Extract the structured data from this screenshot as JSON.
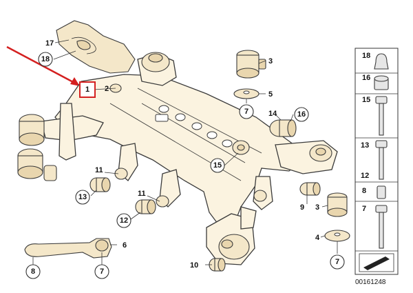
{
  "callouts": {
    "c1": "1",
    "c2": "2",
    "c3": "3",
    "c5": "5",
    "c6": "6",
    "c7a": "7",
    "c7b": "7",
    "c7c": "7",
    "c8": "8",
    "c9": "9",
    "c10": "10",
    "c11a": "11",
    "c11b": "11",
    "c12": "12",
    "c13": "13",
    "c14": "14",
    "c15": "15",
    "c16": "16",
    "c17": "17",
    "c18": "18",
    "c3b": "3",
    "c4": "4"
  },
  "legend": {
    "n18": "18",
    "n16": "16",
    "n15": "15",
    "n13": "13",
    "n12": "12",
    "n8": "8",
    "n7": "7"
  },
  "diagram_id": "00161248",
  "colors": {
    "highlight": "#d42020",
    "part_fill": "#f4e7c9",
    "line": "#3a3a3a"
  }
}
